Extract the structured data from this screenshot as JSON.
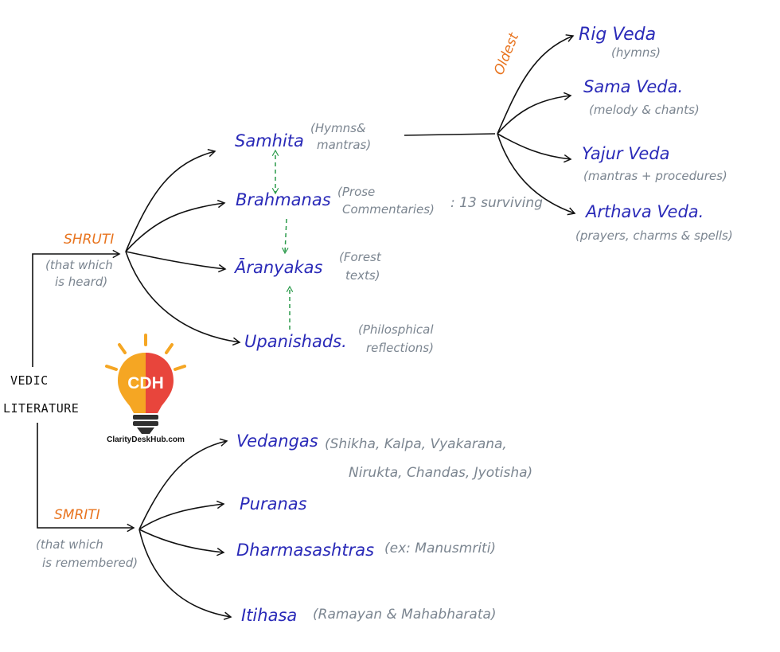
{
  "colors": {
    "ink": "#111111",
    "category": "#e8741f",
    "node": "#2a2ab8",
    "note": "#7b8590",
    "link_green": "#2a9a4a",
    "logo_orange": "#f5a623",
    "logo_red": "#e8453c",
    "logo_dark": "#2f2f2f"
  },
  "root": {
    "label_line1": "VEDIC",
    "label_line2": "LITERATURE"
  },
  "shruti": {
    "label": "SHRUTI",
    "note_line1": "(that which",
    "note_line2": "is heard)",
    "items": [
      {
        "name": "Samhita",
        "note_line1": "(Hymns&",
        "note_line2": "mantras)"
      },
      {
        "name": "Brahmanas",
        "note_line1": "(Prose",
        "note_line2": "Commentaries)"
      },
      {
        "name": "Āranyakas",
        "note_line1": "(Forest",
        "note_line2": "texts)"
      },
      {
        "name": "Upanishads.",
        "note_line1": "(Philosphical",
        "note_line2": "reflections)"
      }
    ],
    "brahmanas_extra": ": 13 surviving"
  },
  "vedas": {
    "oldest_label": "Oldest",
    "items": [
      {
        "name": "Rig Veda",
        "note": "(hymns)"
      },
      {
        "name": "Sama Veda.",
        "note": "(melody & chants)"
      },
      {
        "name": "Yajur Veda",
        "note": "(mantras + procedures)"
      },
      {
        "name": "Arthava Veda.",
        "note": "(prayers, charms & spells)"
      }
    ]
  },
  "smriti": {
    "label": "SMRITI",
    "note_line1": "(that which",
    "note_line2": "is remembered)",
    "items": [
      {
        "name": "Vedangas",
        "note_line1": "(Shikha, Kalpa, Vyakarana,",
        "note_line2": "Nirukta, Chandas, Jyotisha)"
      },
      {
        "name": "Puranas",
        "note_line1": "",
        "note_line2": ""
      },
      {
        "name": "Dharmasashtras",
        "note_line1": "(ex: Manusmriti)",
        "note_line2": ""
      },
      {
        "name": "Itihasa",
        "note_line1": "(Ramayan & Mahabharata)",
        "note_line2": ""
      }
    ]
  },
  "logo": {
    "monogram": "CDH",
    "site": "ClarityDeskHub.com",
    "icon": "lightbulb-icon"
  }
}
